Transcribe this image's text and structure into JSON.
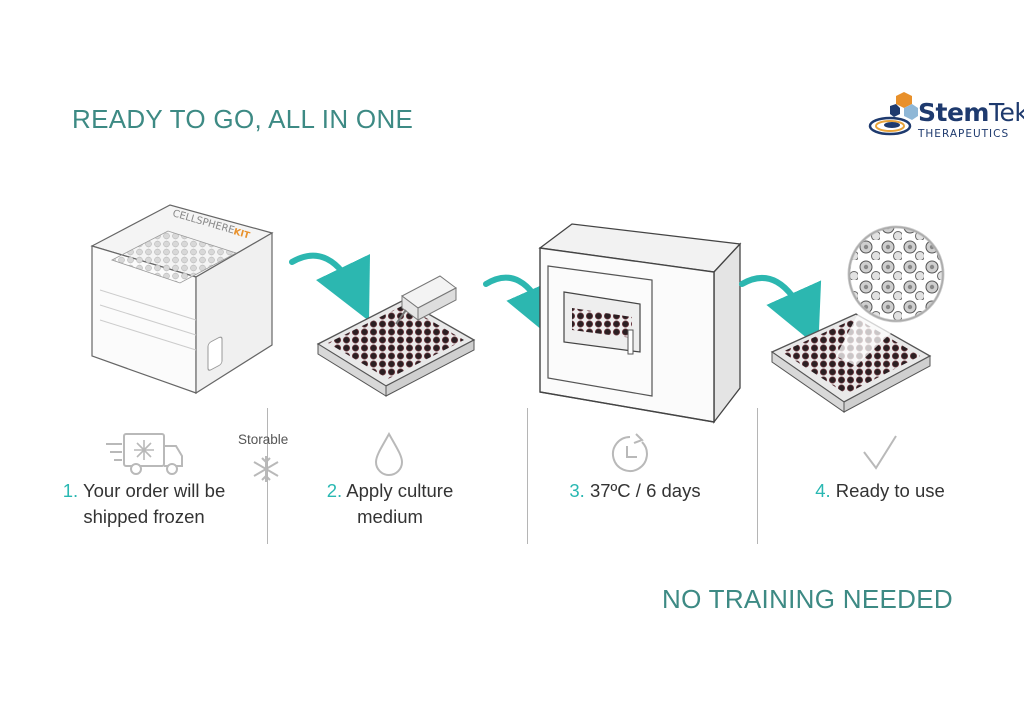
{
  "header": {
    "title": "READY TO GO, ALL IN ONE"
  },
  "logo": {
    "word_bold": "Stem",
    "word_light": "Tek",
    "subtitle": "THERAPEUTICS"
  },
  "kit": {
    "brand": "CELLSPHERE",
    "suffix": "KIT"
  },
  "steps": [
    {
      "number": "1.",
      "line1": "Your order will be",
      "line2": "shipped frozen",
      "icon": "truck-snowflake-icon"
    },
    {
      "number": "2.",
      "line1": "Apply culture",
      "line2": "medium",
      "icon": "droplet-icon"
    },
    {
      "number": "3.",
      "line1": "37ºC / 6 days",
      "line2": "",
      "icon": "timer-icon"
    },
    {
      "number": "4.",
      "line1": "Ready to use",
      "line2": "",
      "icon": "checkmark-icon"
    }
  ],
  "storable": {
    "label": "Storable",
    "icon": "snowflake-icon"
  },
  "footer": {
    "text": "NO TRAINING NEEDED"
  },
  "colors": {
    "accent_teal": "#3d8a84",
    "arrow_teal": "#2cb7b0",
    "step_number": "#29b8b2",
    "logo_navy": "#1e3a6e",
    "logo_orange": "#e8902a"
  }
}
